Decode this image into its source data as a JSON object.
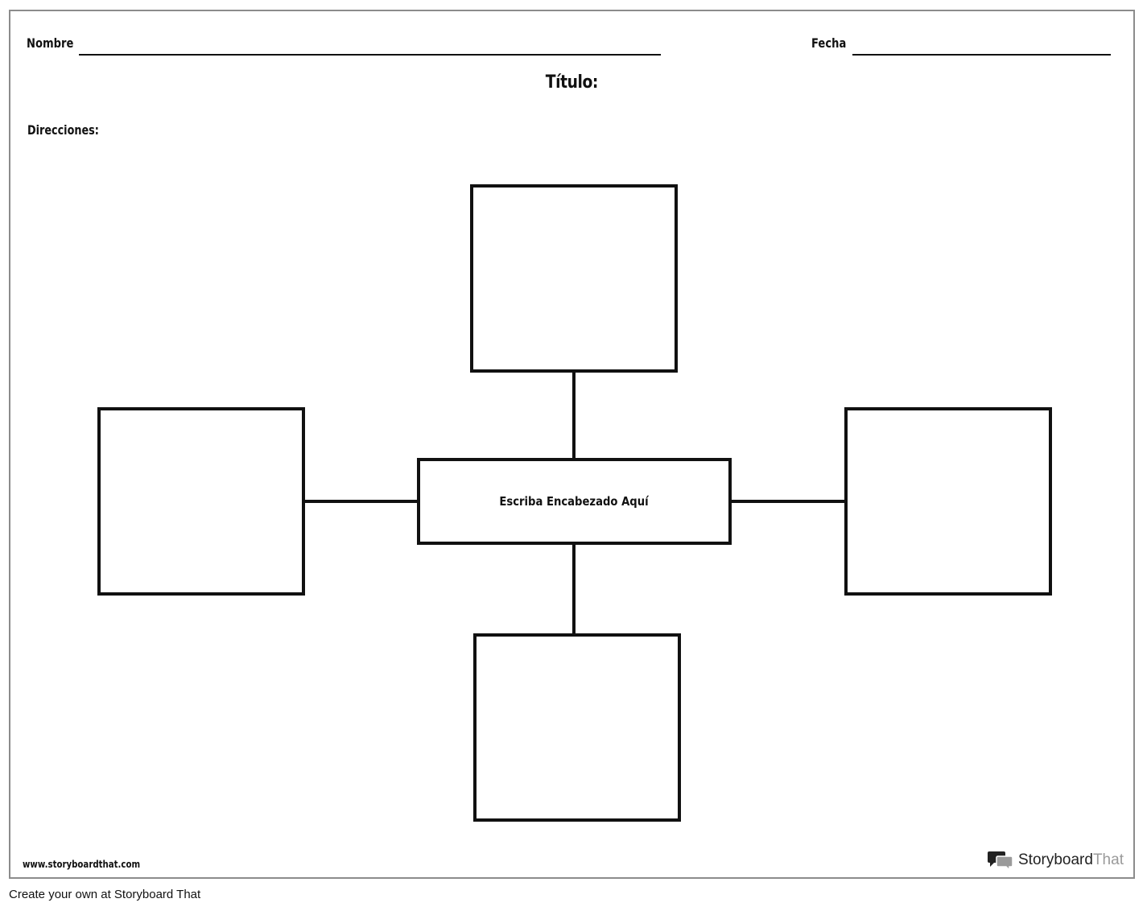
{
  "worksheet": {
    "name_label": "Nombre",
    "date_label": "Fecha",
    "title_label": "Título:",
    "directions_label": "Direcciones:"
  },
  "diagram": {
    "center_heading": "Escriba Encabezado Aquí",
    "outer_boxes": [
      "top",
      "left",
      "right",
      "bottom"
    ]
  },
  "footer": {
    "url": "www.storyboardthat.com",
    "brand_dark": "Storyboard",
    "brand_light": "That",
    "logo_icon": "speech-bubbles-icon"
  },
  "credit": {
    "text": "Create your own at Storyboard That"
  }
}
